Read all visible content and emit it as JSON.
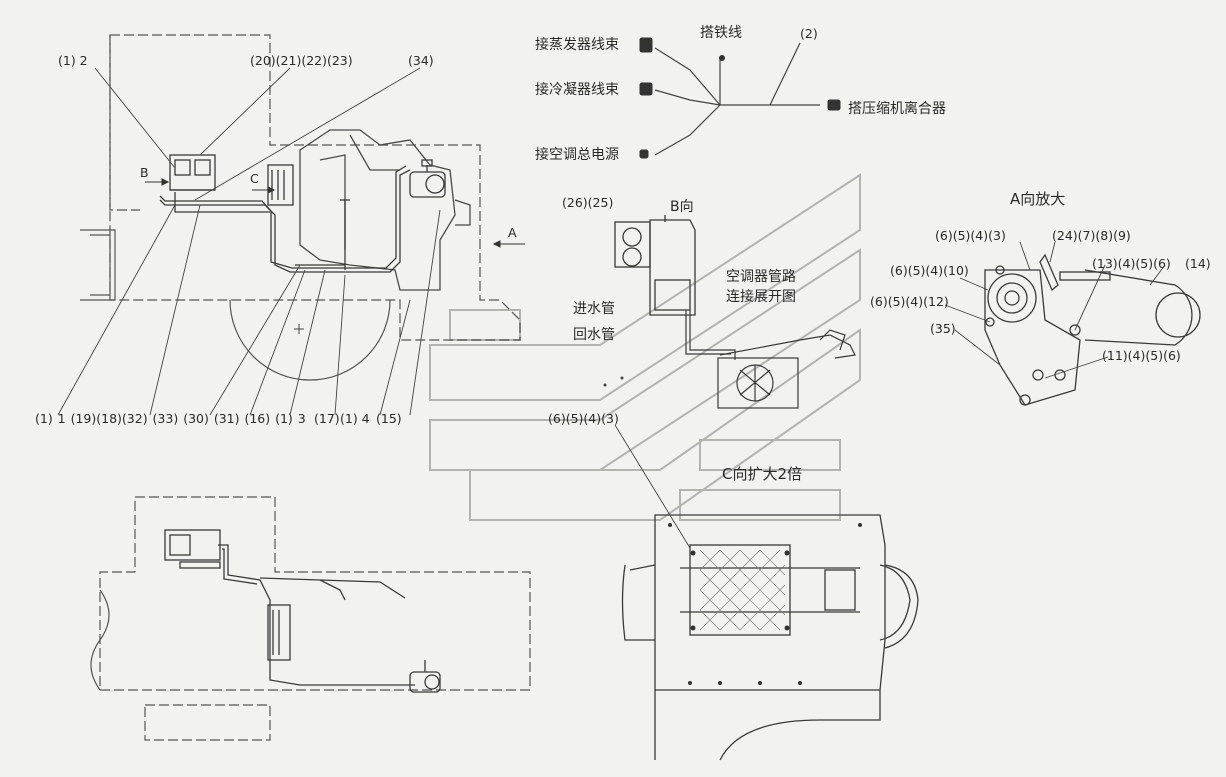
{
  "callouts": [
    {
      "id": "c-1-2",
      "text": "(1) 2"
    },
    {
      "id": "c-20-23",
      "text": "(20)(21)(22)(23)"
    },
    {
      "id": "c-34",
      "text": "(34)"
    },
    {
      "id": "c-B",
      "text": "B"
    },
    {
      "id": "c-C",
      "text": "C"
    },
    {
      "id": "c-A",
      "text": "A"
    },
    {
      "id": "c-2",
      "text": "(2)"
    },
    {
      "id": "c-26-25",
      "text": "(26)(25)"
    },
    {
      "id": "c-b-dir",
      "text": "B向"
    },
    {
      "id": "c-a-enlarge",
      "text": "A向放大"
    },
    {
      "id": "c-6-5-4-3-top",
      "text": "(6)(5)(4)(3)"
    },
    {
      "id": "c-24-9",
      "text": "(24)(7)(8)(9)"
    },
    {
      "id": "c-6-5-4-10",
      "text": "(6)(5)(4)(10)"
    },
    {
      "id": "c-13-6",
      "text": "(13)(4)(5)(6)"
    },
    {
      "id": "c-14",
      "text": "(14)"
    },
    {
      "id": "c-6-5-4-12",
      "text": "(6)(5)(4)(12)"
    },
    {
      "id": "c-35",
      "text": "(35)"
    },
    {
      "id": "c-11-6",
      "text": "(11)(4)(5)(6)"
    },
    {
      "id": "c-bottom-row",
      "text": "(1) 1 (19)(18)(32)  (33)  (30)  (31)  (16)   (1) 3"
    },
    {
      "id": "c-17",
      "text": "(17)"
    },
    {
      "id": "c-1-4",
      "text": "(1) 4"
    },
    {
      "id": "c-15",
      "text": "(15)"
    },
    {
      "id": "c-6-5-4-3-mid",
      "text": "(6)(5)(4)(3)"
    },
    {
      "id": "c-c-enlarge",
      "text": "C向扩大2倍"
    }
  ],
  "harness_labels": {
    "evaporator": "接蒸发器线束",
    "ground": "搭铁线",
    "condenser": "接冷凝器线束",
    "clutch": "搭压缩机离合器",
    "ac_power": "接空调总电源"
  },
  "pipe_labels": {
    "title_line1": "空调器管路",
    "title_line2": "连接展开图",
    "water_in": "进水管",
    "water_out": "回水管"
  },
  "colors": {
    "line": "#4a4a4a",
    "watermark": "#b0b0b0",
    "background": "#f2f2f0"
  }
}
